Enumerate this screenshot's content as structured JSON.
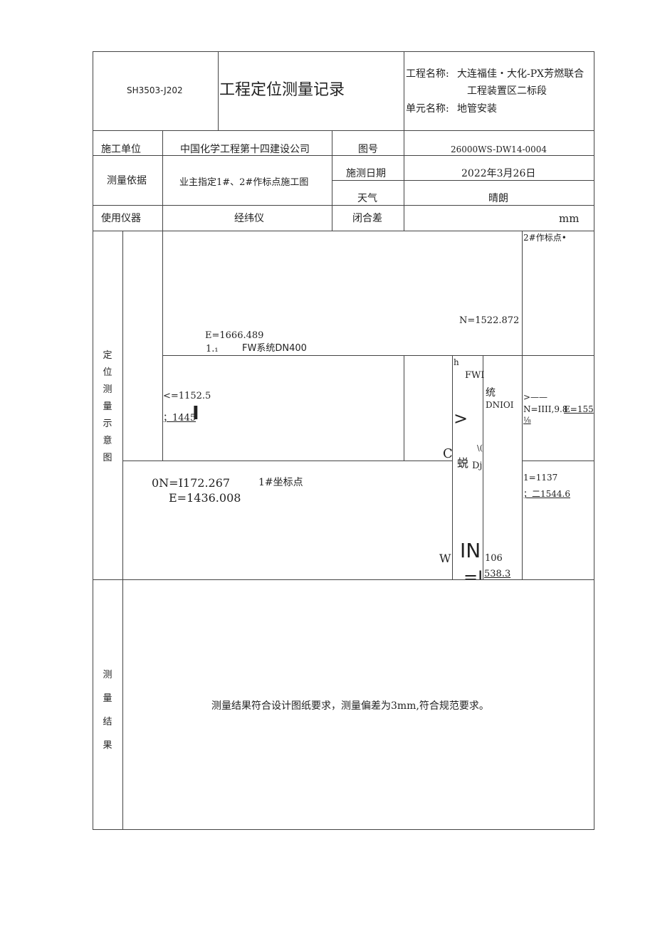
{
  "header": {
    "code": "SH3503-J202",
    "title": "工程定位测量记录",
    "project_label": "工程名称:",
    "project_line1": "大连福佳・大化-PX芳燃联合",
    "project_line2": "工程装置区二标段",
    "unit_label": "单元名称:",
    "unit_value": "地管安装"
  },
  "info": {
    "contractor_label": "施工单位",
    "contractor_value": "中国化学工程第十四建设公司",
    "drawing_label": "图号",
    "drawing_value": "26000WS-DW14-0004",
    "basis_label": "测量依据",
    "basis_value": "业主指定1#、2#作标点施工图",
    "date_label": "施测日期",
    "date_value": "2022年3月26日",
    "weather_label": "天气",
    "weather_value": "晴朗",
    "instrument_label": "使用仪器",
    "instrument_value": "经纬仪",
    "closure_label": "闭合差",
    "closure_unit": "mm"
  },
  "diagram": {
    "section_label": "定位测量示意图",
    "p2_label": "2#作标点•",
    "n_top": "N=1522.872",
    "e_top": "E=1666.489",
    "frag_1": "1.₁",
    "fw_system": "FW系统DN400",
    "e_mid": "<=1152.5",
    "e_mid2": "；1445",
    "bar_glyph": "I",
    "h_char": "h",
    "fwi": "FWI",
    "tong": "统",
    "dnioi": "DNIOI",
    "gt": ">",
    "c_char": "C",
    "frag_slash": "\\(",
    "wo": "蜕",
    "dj": "Dj",
    "arrow_right": ">——",
    "n_right": "N=IIII,9.8",
    "e_right": "E=155",
    "frac_right": "⅛",
    "n_p1": "0N=I172.267",
    "p1_label": "1#坐标点",
    "e_p1": "E=1436.008",
    "w_char": "W",
    "in_big": "IN",
    "eq_big": "=I",
    "n106": "106",
    "v538": "538.3",
    "r1137": "1=1137",
    "r1544": "；二1544.6"
  },
  "result": {
    "section_label": "测量结果",
    "text": "测量结果符合设计图纸要求，测量偏差为3mm,符合规范要求。"
  }
}
